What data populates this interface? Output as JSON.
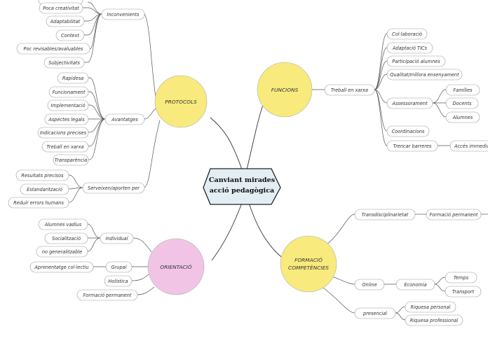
{
  "center": {
    "line1": "Canviant mirades",
    "line2": "acció pedagògica",
    "fill": "#e3eef4"
  },
  "colors": {
    "protocols": "#f8ea7c",
    "funcions": "#f8ea7c",
    "orientacio": "#f1c4e6",
    "formacio": "#f8ea7c"
  },
  "protocols": {
    "label": "PROTOCOLS",
    "inconvenients": {
      "label": "Inconvenients",
      "items": [
        "Poca creativitat",
        "Adaptabilitat",
        "Context",
        "Poc revisables/avaluables",
        "Subjectivitats"
      ]
    },
    "avantatges": {
      "label": "Avantatges",
      "items": [
        "Rapidesa",
        "Funcionament",
        "Implementació",
        "Aspectes legals",
        "Indicacions precises",
        "Treball en xarxa",
        "Transparència"
      ]
    },
    "serveixen": {
      "label": "Serveixen/aporten per",
      "items": [
        "Resultats precisos",
        "Estandarització",
        "Reduir errors humans"
      ]
    }
  },
  "funcions": {
    "label": "FUNCIONS",
    "treball": {
      "label": "Treball en xarxa",
      "items": [
        "Col·laboració",
        "Adaptació TICs",
        "Participació alumnes",
        "Qualitat/millora ensenyament",
        "Assessorament",
        "Coordinacions",
        "Trencar barreres"
      ]
    },
    "assessorament_items": [
      "Famílies",
      "Docents",
      "Alumnes"
    ],
    "barreres_item": "Accés immedia"
  },
  "orientacio": {
    "label": "ORIENTACIÓ",
    "individual": {
      "label": "Individual",
      "items": [
        "Alumnes vadius",
        "Socialització",
        "no generalitzable"
      ]
    },
    "grupal": {
      "label": "Grupal",
      "items": [
        "Aprenentatge col·lectiu"
      ]
    },
    "holistica": "Holística",
    "formacio_permanent": "Formació permanent"
  },
  "formacio": {
    "label_line1": "FORMACIÓ",
    "label_line2": "COMPETÈNCIES",
    "transdisciplinarietat": {
      "label": "Transdisciplinarietat",
      "items": [
        "Formació permanent"
      ]
    },
    "online": {
      "label": "Online",
      "economia": "Economia",
      "items": [
        "Temps",
        "Transport"
      ]
    },
    "presencial": {
      "label": "presencial",
      "items": [
        "Riquesa personal",
        "Riquesa professional"
      ]
    }
  }
}
